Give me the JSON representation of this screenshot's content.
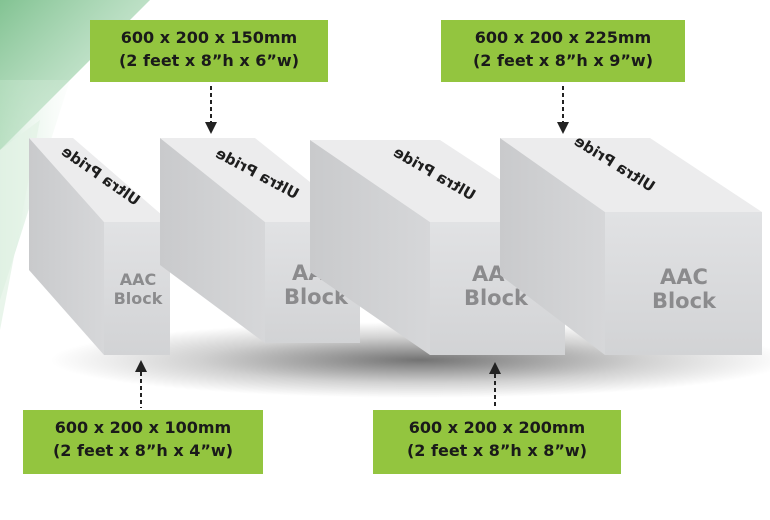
{
  "colors": {
    "label_bg": "#93c53f",
    "block_front": "#d9dadc",
    "block_side": "#cfd0d2",
    "block_top": "#ededee",
    "block_text": "#8b8b8d",
    "brand_text": "#1e1e1e",
    "arrow": "#222222",
    "accent_green": "#7cc08d"
  },
  "blocks": [
    {
      "brand": "Ultra Pride",
      "face_line1": "AAC",
      "face_line2": "Block"
    },
    {
      "brand": "Ultra Pride",
      "face_line1": "AAC",
      "face_line2": "Block"
    },
    {
      "brand": "Ultra Pride",
      "face_line1": "AAC",
      "face_line2": "Block"
    },
    {
      "brand": "Ultra Pride",
      "face_line1": "AAC",
      "face_line2": "Block"
    }
  ],
  "labels": {
    "size_150": {
      "metric": "600 x 200 x 150mm",
      "imperial": "(2 feet x 8”h x 6”w)"
    },
    "size_225": {
      "metric": "600 x 200 x 225mm",
      "imperial": "(2 feet x 8”h x 9”w)"
    },
    "size_100": {
      "metric": "600 x 200 x 100mm",
      "imperial": "(2 feet x 8”h x 4”w)"
    },
    "size_200": {
      "metric": "600 x 200 x 200mm",
      "imperial": "(2 feet x 8”h x 8”w)"
    }
  }
}
